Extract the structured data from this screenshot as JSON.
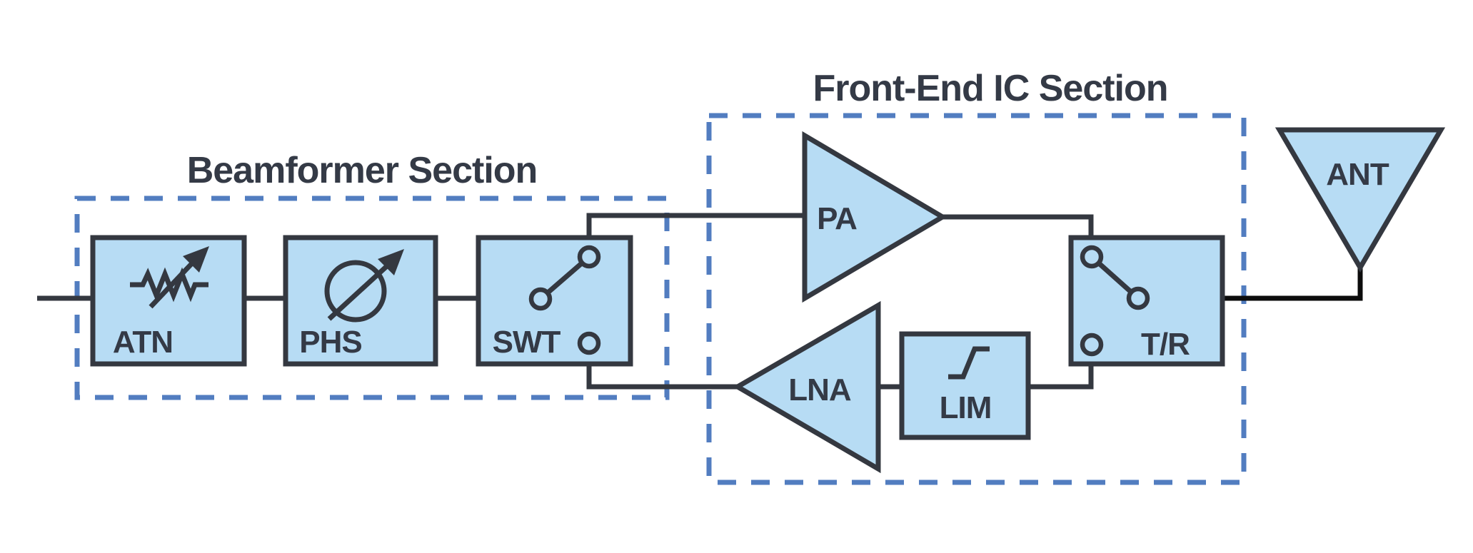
{
  "sections": {
    "beamformer": {
      "title": "Beamformer Section",
      "contains": [
        "ATN",
        "PHS",
        "SWT"
      ]
    },
    "front_end": {
      "title": "Front-End IC Section",
      "contains": [
        "PA",
        "LNA",
        "LIM",
        "T/R"
      ]
    }
  },
  "blocks": {
    "atn": {
      "label": "ATN",
      "icon": "variable-attenuator-icon"
    },
    "phs": {
      "label": "PHS",
      "icon": "phase-shifter-icon"
    },
    "swt": {
      "label": "SWT",
      "icon": "spdt-switch-icon",
      "switch_position": "common-to-top-throw"
    },
    "pa": {
      "label": "PA",
      "icon": "amplifier-triangle-right"
    },
    "lna": {
      "label": "LNA",
      "icon": "amplifier-triangle-left"
    },
    "lim": {
      "label": "LIM",
      "icon": "limiter-step-icon"
    },
    "tr": {
      "label": "T/R",
      "icon": "spdt-switch-icon",
      "switch_position": "common-to-top-throw"
    },
    "ant": {
      "label": "ANT",
      "icon": "antenna-triangle"
    }
  },
  "connections": [
    {
      "from": "input",
      "to": "ATN"
    },
    {
      "from": "ATN",
      "to": "PHS"
    },
    {
      "from": "PHS",
      "to": "SWT"
    },
    {
      "from": "SWT",
      "to": "PA",
      "path": "transmit"
    },
    {
      "from": "PA",
      "to": "T/R",
      "path": "transmit"
    },
    {
      "from": "T/R",
      "to": "LIM",
      "path": "receive"
    },
    {
      "from": "LIM",
      "to": "LNA",
      "path": "receive"
    },
    {
      "from": "LNA",
      "to": "SWT",
      "path": "receive"
    },
    {
      "from": "T/R",
      "to": "ANT"
    }
  ],
  "colors": {
    "background": "#ffffff",
    "block_fill": "#b7dcf4",
    "outline": "#343840",
    "section_dash": "#527dc0",
    "antenna_wire": "#0c0c0c",
    "text": "#343a46"
  }
}
